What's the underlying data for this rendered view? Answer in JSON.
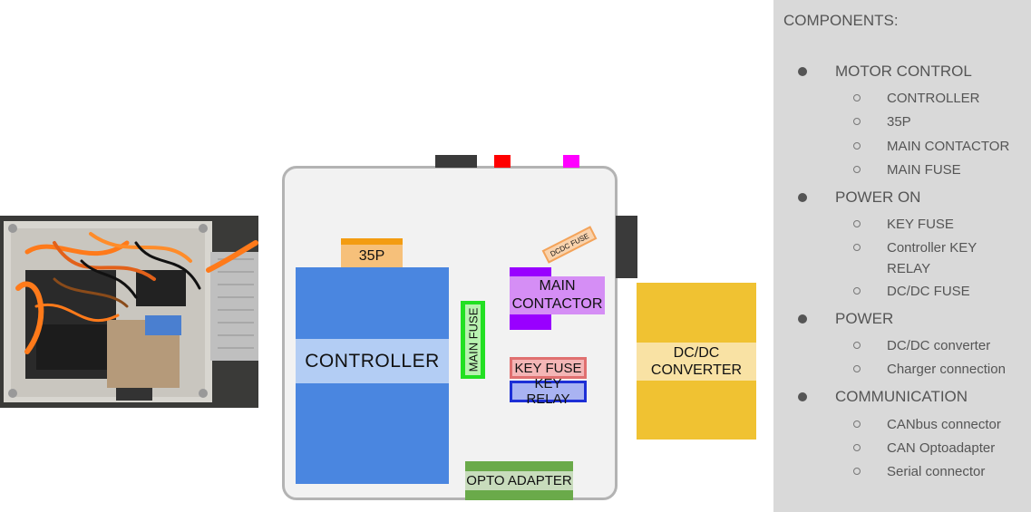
{
  "diagram": {
    "components": {
      "p35": "35P",
      "controller": "CONTROLLER",
      "main_fuse": "MAIN FUSE",
      "main_contactor": [
        "MAIN",
        "CONTACTOR"
      ],
      "dcdc_fuse": "DCDC FUSE",
      "key_fuse": "KEY FUSE",
      "key_relay": "KEY RELAY",
      "opto_adapter": "OPTO ADAPTER",
      "dcdc_converter": [
        "DC/DC",
        "CONVERTER"
      ]
    },
    "port_colors": {
      "dark": "#3a3a3a",
      "red": "#ff0000",
      "magenta": "#ff00ff"
    }
  },
  "panel": {
    "title": "COMPONENTS:",
    "groups": [
      {
        "label": "MOTOR CONTROL",
        "items": [
          "CONTROLLER",
          "35P",
          "MAIN CONTACTOR",
          "MAIN FUSE"
        ]
      },
      {
        "label": "POWER ON",
        "items": [
          "KEY FUSE",
          "Controller KEY RELAY",
          "DC/DC FUSE"
        ]
      },
      {
        "label": "POWER",
        "items": [
          "DC/DC converter",
          "Charger connection"
        ]
      },
      {
        "label": "COMMUNICATION",
        "items": [
          "CANbus connector",
          "CAN Optoadapter",
          "Serial connector"
        ]
      }
    ]
  }
}
